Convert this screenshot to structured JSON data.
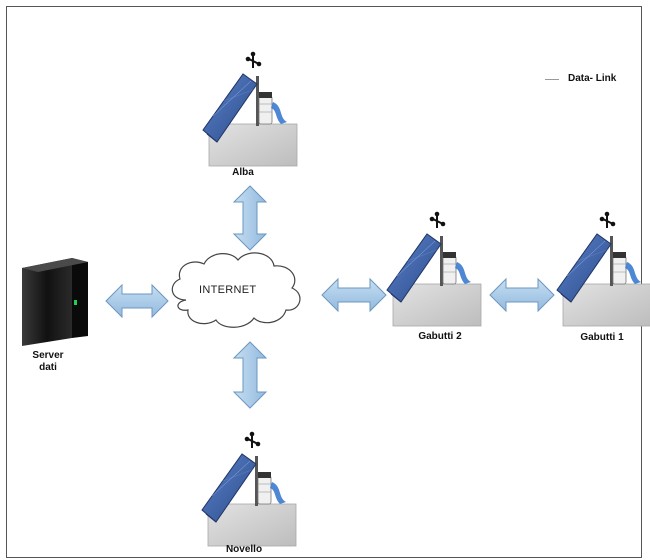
{
  "legend": {
    "label": "Data- Link"
  },
  "internet": {
    "label": "INTERNET"
  },
  "server": {
    "label_line1": "Server",
    "label_line2": "dati"
  },
  "stations": {
    "alba": "Alba",
    "gabutti2": "Gabutti 2",
    "gabutti1": "Gabutti 1",
    "novello": "Novello"
  },
  "colors": {
    "arrow_fill": "#a9cbe6",
    "arrow_stroke": "#6b97bf",
    "panel": "#3e62a8",
    "box": "#cfcfcf",
    "server": "#1a1a1a",
    "server_led": "#20d050"
  }
}
